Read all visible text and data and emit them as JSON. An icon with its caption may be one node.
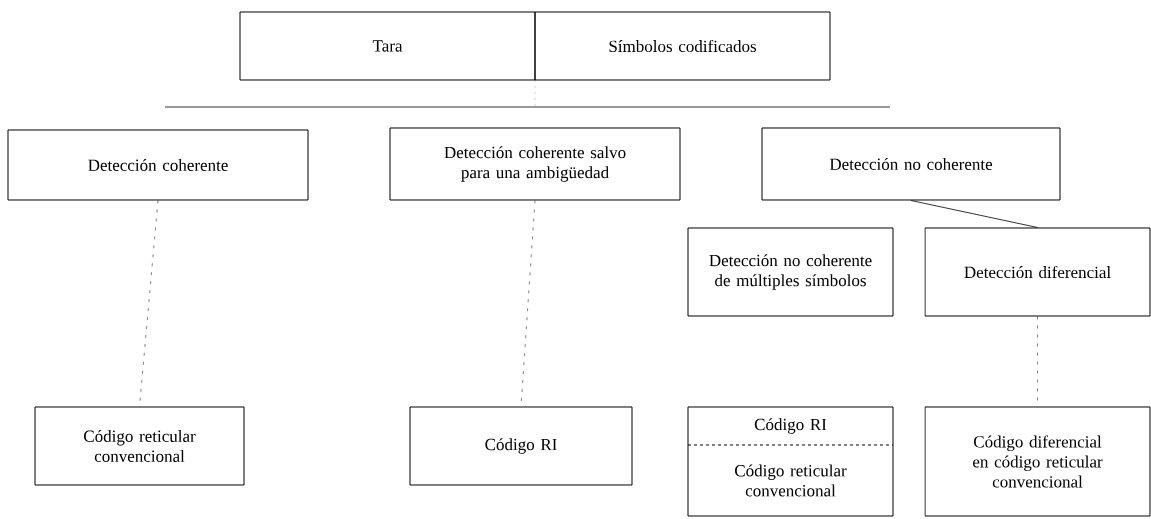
{
  "diagram": {
    "nodes": [
      {
        "text": [
          "Tara"
        ]
      },
      {
        "text": [
          "Símbolos codificados"
        ]
      },
      {
        "text": [
          "Detección coherente"
        ]
      },
      {
        "text": [
          "Detección coherente salvo para una ambigüedad"
        ]
      },
      {
        "text": [
          "Detección no coherente"
        ]
      },
      {
        "text": [
          "Detección no coherente de múltiples símbolos"
        ]
      },
      {
        "text": [
          "Detección diferencial"
        ]
      },
      {
        "text": [
          "Código reticular convencional"
        ]
      },
      {
        "text": [
          "Código RI"
        ]
      },
      {
        "text": [
          "Código RI",
          "Código reticular convencional"
        ]
      },
      {
        "text": [
          "Código diferencial en código reticular convencional"
        ]
      }
    ],
    "edges": [
      {
        "from": 2,
        "to": 7,
        "arrow": "none",
        "style": "dashed"
      },
      {
        "from": 3,
        "to": 8,
        "arrow": "none",
        "style": "dashed"
      },
      {
        "from": 4,
        "to": 6,
        "arrow": "none"
      },
      {
        "from": 6,
        "to": 10,
        "arrow": "none",
        "style": "dashed"
      }
    ]
  }
}
